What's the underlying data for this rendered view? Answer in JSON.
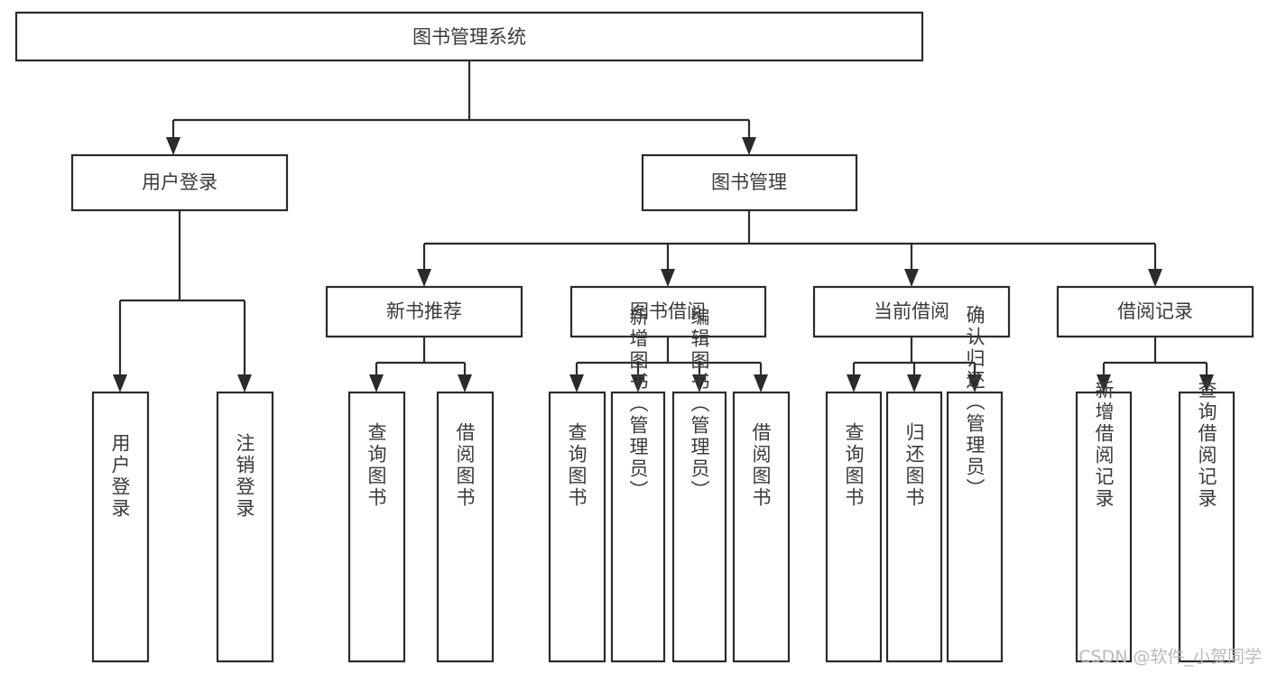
{
  "diagram": {
    "title_node": {
      "label": "图书管理系统"
    },
    "level2": [
      {
        "label": "用户登录"
      },
      {
        "label": "图书管理"
      }
    ],
    "level3": [
      {
        "label": "新书推荐"
      },
      {
        "label": "图书借阅"
      },
      {
        "label": "当前借阅"
      },
      {
        "label": "借阅记录"
      }
    ],
    "leaves": {
      "user_login": [
        {
          "label": "用户登录"
        },
        {
          "label": "注销登录"
        }
      ],
      "new_book_recommend": [
        {
          "label": "查询图书"
        },
        {
          "label": "借阅图书"
        }
      ],
      "book_borrow": [
        {
          "label": "查询图书"
        },
        {
          "label": "新增图书（管理员）"
        },
        {
          "label": "编辑图书（管理员）"
        },
        {
          "label": "借阅图书"
        }
      ],
      "current_borrow": [
        {
          "label": "查询图书"
        },
        {
          "label": "归还图书"
        },
        {
          "label": "确认归还（管理员）"
        }
      ],
      "borrow_record": [
        {
          "label": "新增借阅记录"
        },
        {
          "label": "查询借阅记录"
        }
      ]
    }
  },
  "watermark": {
    "text": "CSDN @软件_小贺同学"
  },
  "colors": {
    "stroke": "#2b2b2b",
    "text": "#3a3a3a",
    "background": "#ffffff",
    "watermark": "#b9b9b9"
  }
}
